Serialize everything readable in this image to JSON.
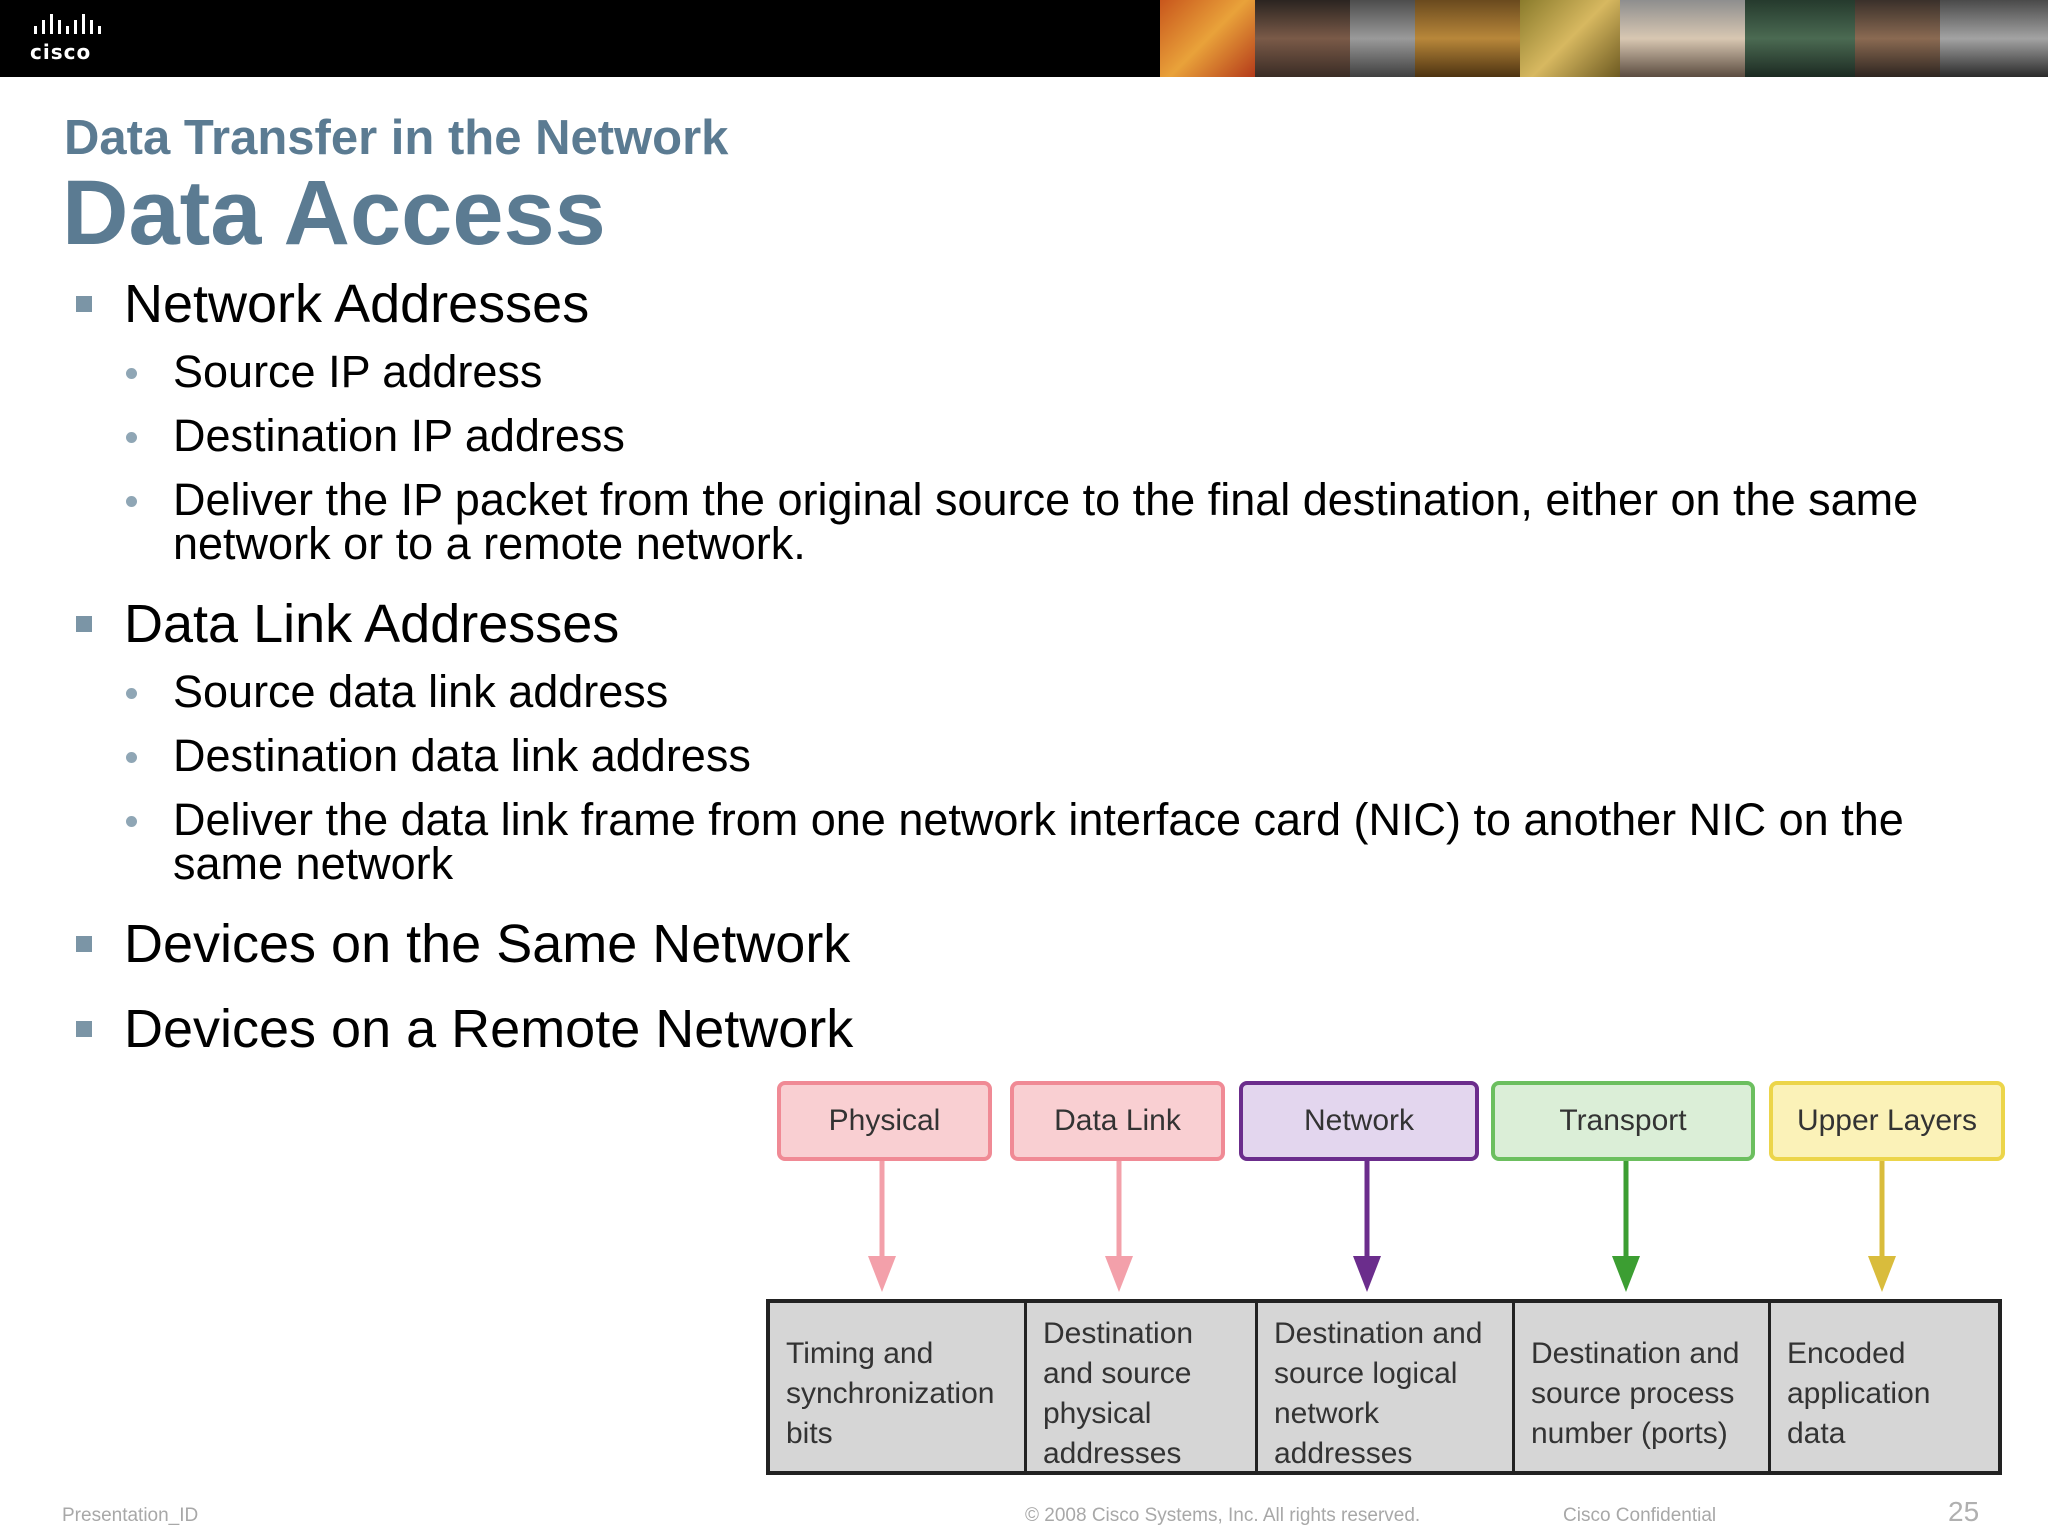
{
  "header": {
    "logo_text": "cisco",
    "colors": {
      "banner": "#000000",
      "title": "#5b7b92"
    }
  },
  "slide": {
    "subtitle": "Data Transfer in the Network",
    "title": "Data Access",
    "bullets": [
      {
        "text": "Network Addresses",
        "sub": [
          "Source IP address",
          "Destination IP address",
          "Deliver the IP packet from the original source to the final destination, either on the same network or to a remote network."
        ]
      },
      {
        "text": "Data Link Addresses",
        "sub": [
          "Source data link address",
          "Destination data link address",
          "Deliver the data link frame from one network interface card (NIC) to another NIC on the same network"
        ]
      },
      {
        "text": "Devices on the Same Network",
        "sub": []
      },
      {
        "text": "Devices on a Remote Network",
        "sub": []
      }
    ]
  },
  "diagram": {
    "layers": [
      {
        "label": "Physical",
        "fill": "#f9cfd2",
        "border": "#f08a95",
        "arrow": "#f3a0aa"
      },
      {
        "label": "Data Link",
        "fill": "#f9cfd2",
        "border": "#f08a95",
        "arrow": "#f3a0aa"
      },
      {
        "label": "Network",
        "fill": "#e3d6ee",
        "border": "#6b2d8c",
        "arrow": "#6b2d8c"
      },
      {
        "label": "Transport",
        "fill": "#dbeed7",
        "border": "#6cbf5f",
        "arrow": "#3c9e32"
      },
      {
        "label": "Upper Layers",
        "fill": "#fbf2b8",
        "border": "#ecd54a",
        "arrow": "#d9bc3c"
      }
    ],
    "cells": [
      "Timing and synchronization bits",
      "Destination and source physical addresses",
      "Destination and source logical network addresses",
      "Destination and source process number (ports)",
      "Encoded application data"
    ]
  },
  "footer": {
    "presentation_id": "Presentation_ID",
    "copyright": "© 2008 Cisco Systems, Inc. All rights reserved.",
    "confidential": "Cisco Confidential",
    "page_number": "25"
  }
}
